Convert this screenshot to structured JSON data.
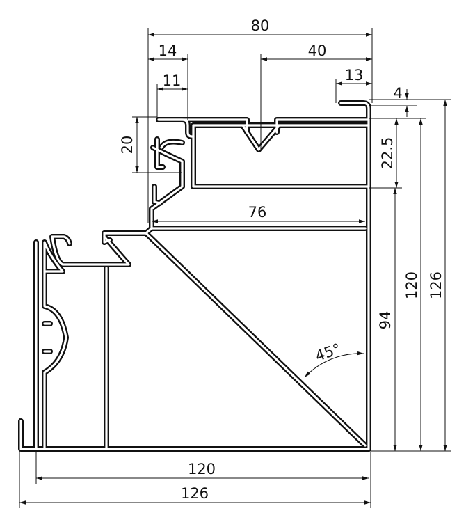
{
  "drawing": {
    "title": "Corner aluminium profile cross-section",
    "dimensions": {
      "top_width": "80",
      "top_left_14": "14",
      "top_right_40": "40",
      "top_left_11": "11",
      "lip_13": "13",
      "lip_4": "4",
      "left_height_20": "20",
      "chamber_22_5": "22.5",
      "inner_width_76": "76",
      "height_94": "94",
      "height_120": "120",
      "height_126": "126",
      "angle": "45°",
      "bottom_width_120": "120",
      "bottom_width_126": "126"
    }
  }
}
